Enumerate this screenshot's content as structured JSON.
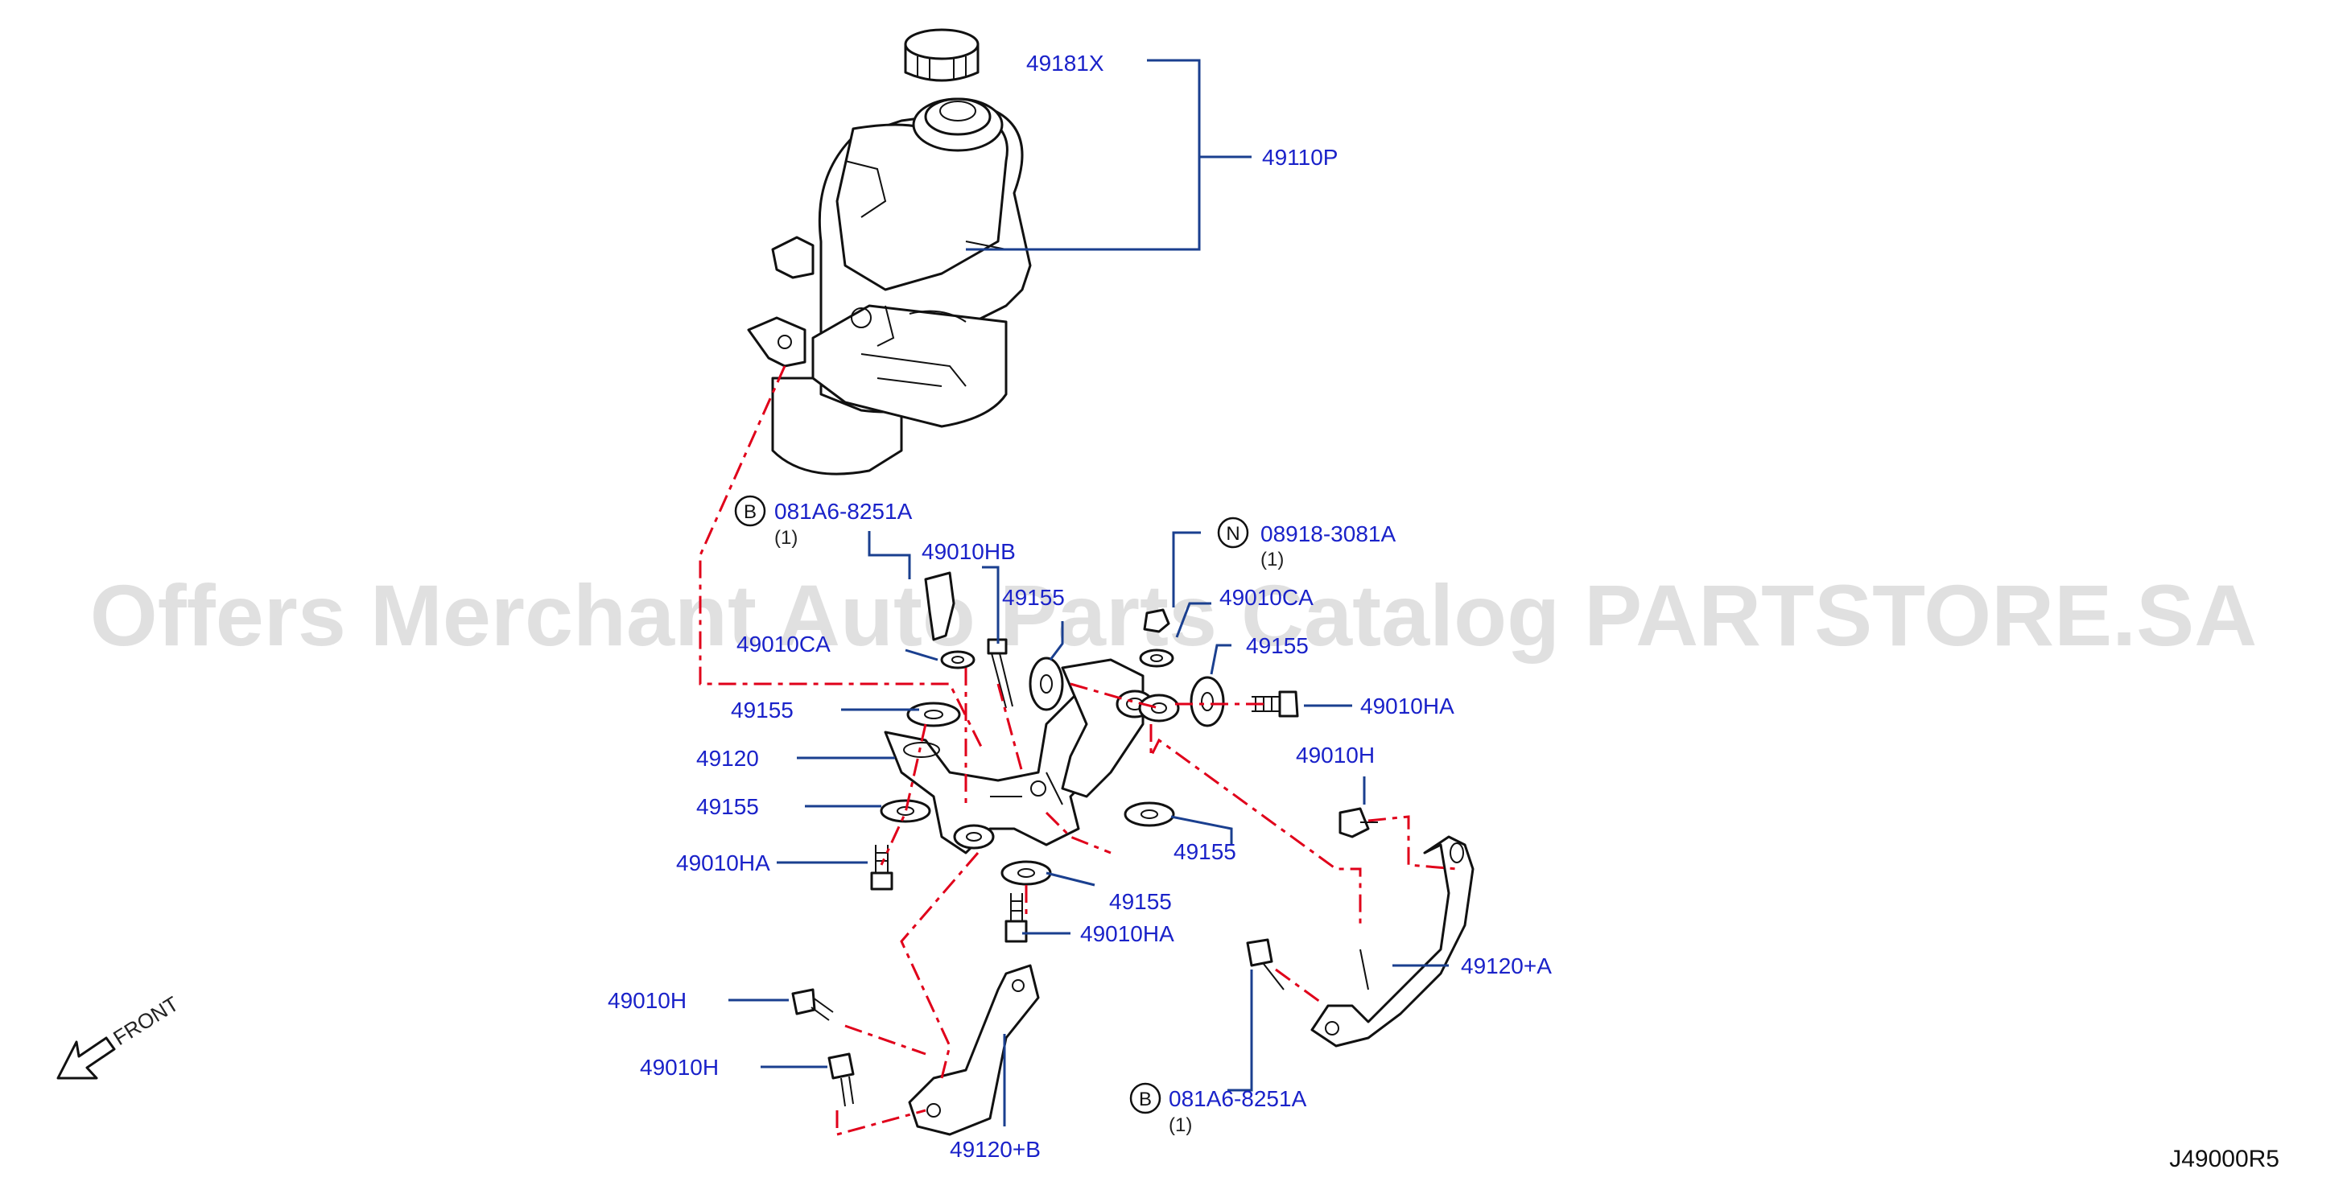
{
  "diagram": {
    "watermark": "Offers Merchant Auto Parts Catalog PARTSTORE.SA",
    "reference_code": "J49000R5",
    "front_label": "FRONT",
    "labels": {
      "cap": "49181X",
      "pump_assy": "49110P",
      "bolt_b_top": "081A6-8251A",
      "bolt_b_top_qty": "(1)",
      "nut_n": "08918-3081A",
      "nut_n_qty": "(1)",
      "bushing_hb": "49010HB",
      "insulator_top": "49155",
      "collar_left": "49010CA",
      "collar_right": "49010CA",
      "insulator_right": "49155",
      "bolt_ha_right": "49010HA",
      "insulator_left_upper": "49155",
      "bracket_main": "49120",
      "insulator_left_lower": "49155",
      "bolt_ha_left": "49010HA",
      "bolt_h_right": "49010H",
      "insulator_mid_right": "49155",
      "insulator_mid_lower": "49155",
      "bolt_ha_mid": "49010HA",
      "bracket_a": "49120+A",
      "bolt_h_left_upper": "49010H",
      "bolt_h_left_lower": "49010H",
      "bolt_b_bottom": "081A6-8251A",
      "bolt_b_bottom_qty": "(1)",
      "bracket_b": "49120+B"
    },
    "badges": {
      "b_top": "B",
      "n": "N",
      "b_bottom": "B"
    }
  }
}
